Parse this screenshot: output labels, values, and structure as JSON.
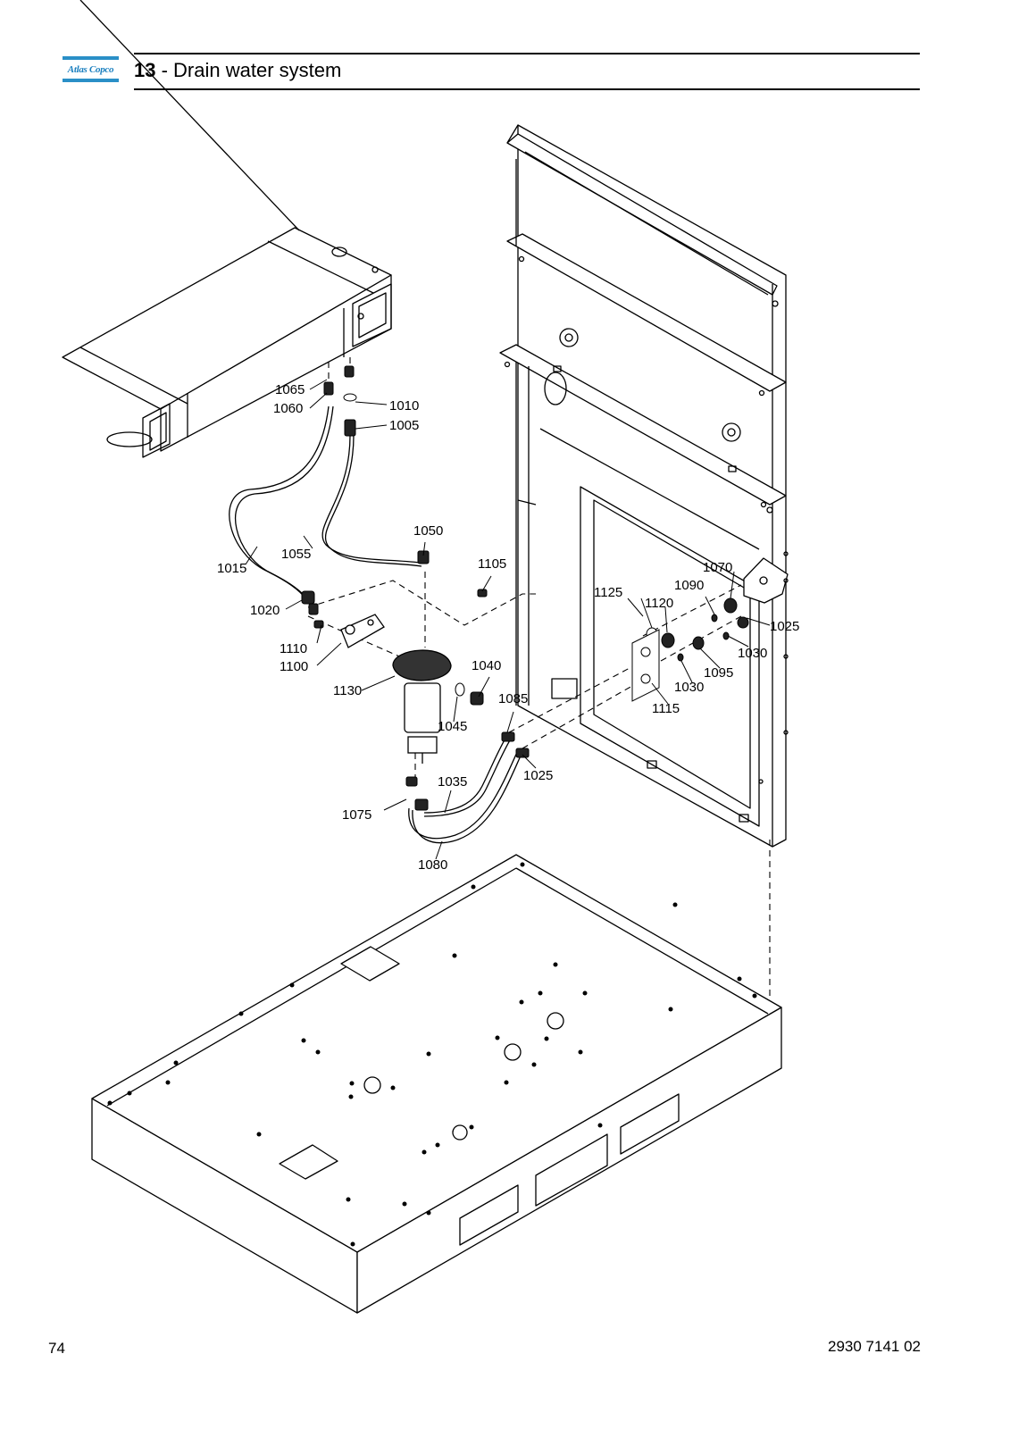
{
  "header": {
    "brand": "Atlas Copco",
    "section_number": "13",
    "separator": " - ",
    "section_title": "Drain water system"
  },
  "footer": {
    "page_number": "74",
    "document_number": "2930 7141 02"
  },
  "callouts": {
    "c1005": "1005",
    "c1010": "1010",
    "c1015": "1015",
    "c1020": "1020",
    "c1025a": "1025",
    "c1025b": "1025",
    "c1030a": "1030",
    "c1030b": "1030",
    "c1035": "1035",
    "c1040": "1040",
    "c1045": "1045",
    "c1050": "1050",
    "c1055": "1055",
    "c1060": "1060",
    "c1065": "1065",
    "c1070": "1070",
    "c1075": "1075",
    "c1080": "1080",
    "c1085": "1085",
    "c1090": "1090",
    "c1095": "1095",
    "c1100": "1100",
    "c1105": "1105",
    "c1110": "1110",
    "c1115": "1115",
    "c1120": "1120",
    "c1125": "1125",
    "c1130": "1130"
  }
}
